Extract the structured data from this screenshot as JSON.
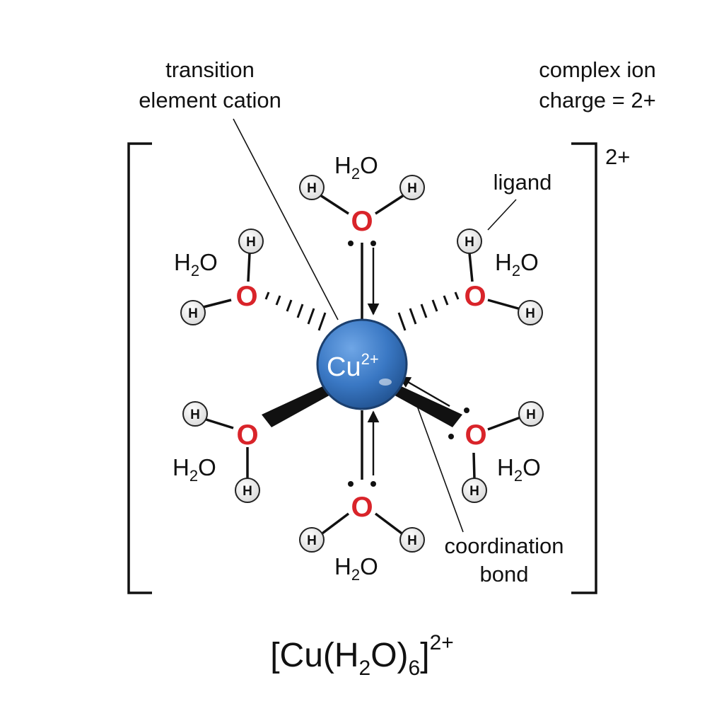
{
  "labels": {
    "transition_line1": "transition",
    "transition_line2": "element cation",
    "complex_line1": "complex ion",
    "complex_line2": "charge = 2+",
    "ligand": "ligand",
    "coordination_line1": "coordination",
    "coordination_line2": "bond"
  },
  "charge": "2+",
  "center": {
    "symbol": "Cu",
    "charge": "2+",
    "color": "#3a78c4"
  },
  "atoms": {
    "oxygen": "O",
    "hydrogen": "H",
    "oxygen_color": "#d9242a"
  },
  "molecule": {
    "h": "H",
    "sub": "2",
    "o": "O"
  },
  "formula": {
    "open": "[Cu(H",
    "sub1": "2",
    "mid": "O)",
    "sub2": "6",
    "close": "]",
    "sup": "2+"
  }
}
